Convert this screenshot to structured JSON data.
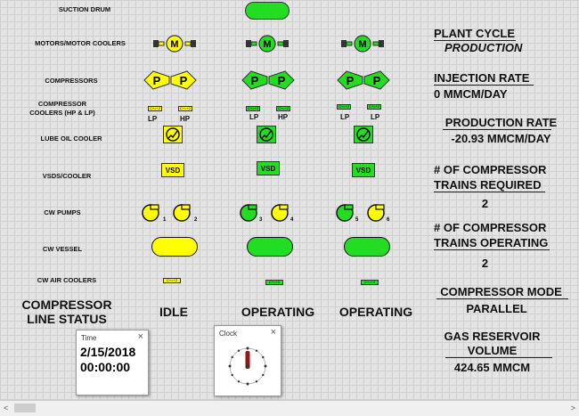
{
  "labels": {
    "suction_drum": "SUCTION DRUM",
    "motors": "MOTORS/MOTOR COOLERS",
    "compressors": "COMPRESSORS",
    "comp_coolers_1": "COMPRESSOR",
    "comp_coolers_2": "COOLERS (HP & LP)",
    "lube": "LUBE OIL COOLER",
    "vsds": "VSDS/COOLER",
    "cw_pumps": "CW PUMPS",
    "cw_vessel": "CW VESSEL",
    "cw_air": "CW AIR COOLERS",
    "line_status_1": "COMPRESSOR",
    "line_status_2": "LINE STATUS"
  },
  "symbols": {
    "motor": "M",
    "compressor": "P",
    "vsd": "VSD",
    "cooler_tag": "C+=+2",
    "lp": "LP",
    "hp": "HP"
  },
  "trains": [
    {
      "status": "IDLE",
      "color": "#ffff00",
      "pumps": [
        "1",
        "2"
      ],
      "cooler_labels": [
        "LP",
        "HP"
      ]
    },
    {
      "status": "OPERATING",
      "color": "#22dd22",
      "pumps": [
        "3",
        "4"
      ],
      "cooler_labels": [
        "LP",
        "HP"
      ]
    },
    {
      "status": "OPERATING",
      "color": "#22dd22",
      "pumps": [
        "5",
        "6"
      ],
      "cooler_labels": [
        "LP",
        "LP"
      ]
    }
  ],
  "right_panel": {
    "plant_cycle_label": "PLANT CYCLE",
    "plant_cycle_value": "PRODUCTION",
    "injection_label": "INJECTION RATE",
    "injection_value": "0 MMCM/DAY",
    "production_label": "PRODUCTION RATE",
    "production_value": "-20.93 MMCM/DAY",
    "required_label_1": "# OF COMPRESSOR",
    "required_label_2": "TRAINS REQUIRED",
    "required_value": "2",
    "operating_label_1": "# OF COMPRESSOR",
    "operating_label_2": "TRAINS OPERATING",
    "operating_value": "2",
    "mode_label": "COMPRESSOR MODE",
    "mode_value": "PARALLEL",
    "reservoir_label_1": "GAS RESERVOIR",
    "reservoir_label_2": "VOLUME",
    "reservoir_value": "424.65 MMCM"
  },
  "time_window": {
    "title": "Time",
    "close": "×",
    "date": "2/15/2018",
    "time": "00:00:00"
  },
  "clock_window": {
    "title": "Clock",
    "close": "×"
  },
  "colors": {
    "idle": "#ffff00",
    "operating": "#22dd22",
    "clock_hand": "#8b1a1a"
  },
  "scrollbar": {
    "left_arrow": "<",
    "right_arrow": ">"
  }
}
